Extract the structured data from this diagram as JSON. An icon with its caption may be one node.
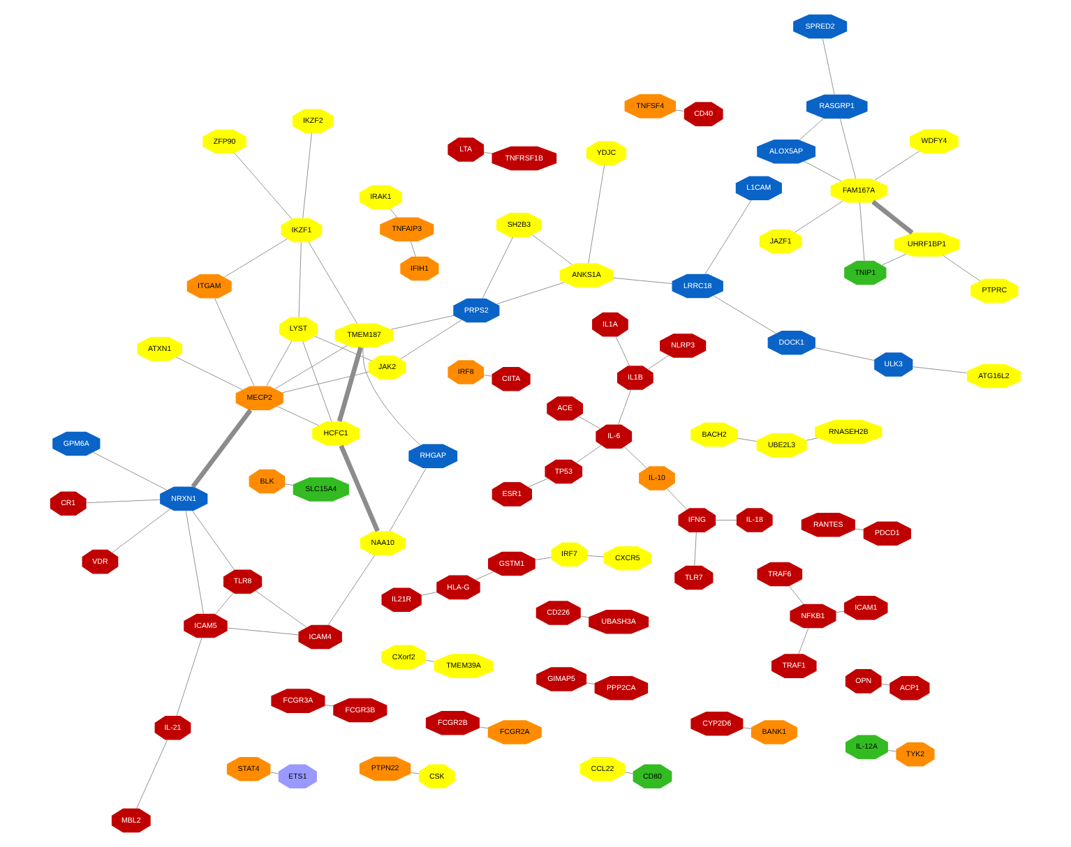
{
  "diagram": {
    "nodes": [
      {
        "text": [
          "GPM6A"
        ]
      },
      {
        "text": [
          "RHGAP"
        ]
      },
      {
        "text": [
          "NAA10"
        ]
      },
      {
        "text": [
          "NRXN1"
        ]
      },
      {
        "text": [
          "HCFC1"
        ]
      },
      {
        "text": [
          "ICAM5"
        ]
      },
      {
        "text": [
          "ICAM4"
        ]
      },
      {
        "text": [
          "MECP2"
        ]
      },
      {
        "text": [
          "TMEM187"
        ]
      },
      {
        "text": [
          "LYST"
        ]
      },
      {
        "text": [
          "TLR8"
        ]
      },
      {
        "text": [
          "IL-21"
        ]
      },
      {
        "text": [
          "VDR"
        ]
      },
      {
        "text": [
          "IL1B"
        ]
      },
      {
        "text": [
          "CR1"
        ]
      },
      {
        "text": [
          "NLRP3"
        ]
      },
      {
        "text": [
          "ESR1"
        ]
      },
      {
        "text": [
          "ATXN1"
        ]
      },
      {
        "text": [
          "IL-12A"
        ]
      },
      {
        "text": [
          "JAK2"
        ]
      },
      {
        "text": [
          "MBL2"
        ]
      },
      {
        "text": [
          "OPN"
        ]
      },
      {
        "text": [
          "ACP1"
        ]
      },
      {
        "text": [
          "CCL22"
        ]
      },
      {
        "text": [
          "ITGAM"
        ]
      },
      {
        "text": [
          "IKZF1"
        ]
      },
      {
        "text": [
          "ZFP90"
        ]
      },
      {
        "text": [
          "PRPS2"
        ]
      },
      {
        "text": [
          "CD226"
        ]
      },
      {
        "text": [
          "ACE"
        ]
      },
      {
        "text": [
          "UBASH3A"
        ]
      },
      {
        "text": [
          "IL1A"
        ]
      },
      {
        "text": [
          "IL-6"
        ]
      },
      {
        "text": [
          "NFKB1"
        ]
      },
      {
        "text": [
          "CD80"
        ]
      },
      {
        "text": [
          "TYK2"
        ]
      },
      {
        "text": [
          "CXorf2"
        ]
      },
      {
        "text": [
          "SH2B3"
        ]
      },
      {
        "text": [
          "GIMAP5"
        ]
      },
      {
        "text": [
          "TP53"
        ]
      },
      {
        "text": [
          "IL-18"
        ]
      },
      {
        "text": [
          "TLR7"
        ]
      },
      {
        "text": [
          "IFNG"
        ]
      },
      {
        "text": [
          "TNFSF4"
        ]
      },
      {
        "text": [
          "IRAK1"
        ]
      },
      {
        "text": [
          "TMEM39A"
        ]
      },
      {
        "text": [
          "ICAM1"
        ]
      },
      {
        "text": [
          "PPP2CA"
        ]
      },
      {
        "text": [
          "TRAF1"
        ]
      },
      {
        "text": [
          "IL-10"
        ]
      },
      {
        "text": [
          "TNFAIP3"
        ]
      },
      {
        "text": [
          "IKZF2"
        ]
      },
      {
        "text": [
          "YDJC"
        ]
      },
      {
        "text": [
          "ANKS1A"
        ]
      },
      {
        "text": [
          "ATG16L2"
        ]
      },
      {
        "text": [
          "TRAF6"
        ]
      },
      {
        "text": [
          "RANTES"
        ]
      },
      {
        "text": [
          "PDCD1"
        ]
      },
      {
        "text": [
          "FCGR3A"
        ]
      },
      {
        "text": [
          "STAT4"
        ]
      },
      {
        "text": [
          "IFIH1"
        ]
      },
      {
        "text": [
          "BACH2"
        ]
      },
      {
        "text": [
          "FCGR3B"
        ]
      },
      {
        "text": [
          "CD40"
        ]
      },
      {
        "text": [
          "CYP2D6"
        ]
      },
      {
        "text": [
          "ETS1"
        ]
      },
      {
        "text": [
          "RNASEH2B"
        ]
      },
      {
        "text": [
          "UBE2L3"
        ]
      },
      {
        "text": [
          "BANK1"
        ]
      },
      {
        "text": [
          "LTA"
        ]
      },
      {
        "text": [
          "TNFRSF1B"
        ]
      },
      {
        "text": [
          "FCGR2B"
        ]
      },
      {
        "text": [
          "BLK"
        ]
      },
      {
        "text": [
          "SLC15A4"
        ]
      },
      {
        "text": [
          "L1CAM"
        ]
      },
      {
        "text": [
          "LRRC18"
        ]
      },
      {
        "text": [
          "DOCK1"
        ]
      },
      {
        "text": [
          "ULK3"
        ]
      },
      {
        "text": [
          "IRF8"
        ]
      },
      {
        "text": [
          "PTPN22"
        ]
      },
      {
        "text": [
          "CIITA"
        ]
      },
      {
        "text": [
          "JAZF1"
        ]
      },
      {
        "text": [
          "FCGR2A"
        ]
      },
      {
        "text": [
          "CSK"
        ]
      },
      {
        "text": [
          "WDFY4"
        ]
      },
      {
        "text": [
          "ALOX5AP"
        ]
      },
      {
        "text": [
          "RASGRP1"
        ]
      },
      {
        "text": [
          "SPRED2"
        ]
      },
      {
        "text": [
          "PTPRC"
        ]
      },
      {
        "text": [
          "IL21R"
        ]
      },
      {
        "text": [
          "TNIP1"
        ]
      },
      {
        "text": [
          "CXCR5"
        ]
      },
      {
        "text": [
          "HLA-G"
        ]
      },
      {
        "text": [
          "GSTM1"
        ]
      },
      {
        "text": [
          "IRF7"
        ]
      },
      {
        "text": [
          "UHRF1BP1"
        ]
      },
      {
        "text": [
          "FAM167A"
        ]
      }
    ],
    "edges": [
      {
        "from": 0,
        "to": 3,
        "arrow": "none"
      },
      {
        "from": 3,
        "to": 7,
        "arrow": "none",
        "style": "thick"
      },
      {
        "from": 3,
        "to": 5,
        "arrow": "none"
      },
      {
        "from": 3,
        "to": 10,
        "arrow": "none"
      },
      {
        "from": 3,
        "to": 12,
        "arrow": "none"
      },
      {
        "from": 3,
        "to": 14,
        "arrow": "none"
      },
      {
        "from": 2,
        "to": 1,
        "arrow": "none"
      },
      {
        "from": 2,
        "to": 4,
        "arrow": "none",
        "style": "thick"
      },
      {
        "from": 2,
        "to": 6,
        "arrow": "none"
      },
      {
        "from": 1,
        "to": 8,
        "arrow": "none"
      },
      {
        "from": 4,
        "to": 8,
        "arrow": "none",
        "style": "thick"
      },
      {
        "from": 7,
        "to": 8,
        "arrow": "none"
      },
      {
        "from": 4,
        "to": 7,
        "arrow": "none"
      },
      {
        "from": 4,
        "to": 9,
        "arrow": "none"
      },
      {
        "from": 8,
        "to": 25,
        "arrow": "none"
      },
      {
        "from": 8,
        "to": 27,
        "arrow": "none"
      },
      {
        "from": 19,
        "to": 27,
        "arrow": "none"
      },
      {
        "from": 5,
        "to": 6,
        "arrow": "none"
      },
      {
        "from": 5,
        "to": 11,
        "arrow": "none"
      },
      {
        "from": 5,
        "to": 10,
        "arrow": "none"
      },
      {
        "from": 6,
        "to": 10,
        "arrow": "none"
      },
      {
        "from": 7,
        "to": 9,
        "arrow": "none"
      },
      {
        "from": 7,
        "to": 17,
        "arrow": "none"
      },
      {
        "from": 7,
        "to": 19,
        "arrow": "none"
      },
      {
        "from": 7,
        "to": 24,
        "arrow": "none"
      },
      {
        "from": 9,
        "to": 19,
        "arrow": "none"
      },
      {
        "from": 9,
        "to": 25,
        "arrow": "none"
      },
      {
        "from": 54,
        "to": 77,
        "arrow": "none"
      },
      {
        "from": 86,
        "to": 87,
        "arrow": "none"
      },
      {
        "from": 95,
        "to": 96,
        "arrow": "none",
        "style": "thick"
      },
      {
        "from": 96,
        "to": 85,
        "arrow": "none"
      },
      {
        "from": 96,
        "to": 86,
        "arrow": "none"
      },
      {
        "from": 77,
        "to": 76,
        "arrow": "none"
      },
      {
        "from": 76,
        "to": 75,
        "arrow": "none"
      },
      {
        "from": 75,
        "to": 53,
        "arrow": "none"
      },
      {
        "from": 52,
        "to": 53,
        "arrow": "none"
      },
      {
        "from": 86,
        "to": 85,
        "arrow": "none"
      },
      {
        "from": 74,
        "to": 75,
        "arrow": "none"
      },
      {
        "from": 95,
        "to": 90,
        "arrow": "none"
      },
      {
        "from": 96,
        "to": 90,
        "arrow": "none"
      },
      {
        "from": 96,
        "to": 84,
        "arrow": "none"
      },
      {
        "from": 53,
        "to": 37,
        "arrow": "none"
      },
      {
        "from": 53,
        "to": 27,
        "arrow": "none"
      },
      {
        "from": 37,
        "to": 27,
        "arrow": "none"
      },
      {
        "from": 13,
        "to": 32,
        "arrow": "none"
      },
      {
        "from": 32,
        "to": 49,
        "arrow": "none"
      },
      {
        "from": 32,
        "to": 39,
        "arrow": "none"
      },
      {
        "from": 42,
        "to": 49,
        "arrow": "none"
      },
      {
        "from": 33,
        "to": 55,
        "arrow": "none"
      },
      {
        "from": 46,
        "to": 33,
        "arrow": "none"
      },
      {
        "from": 59,
        "to": 65,
        "arrow": "none"
      },
      {
        "from": 79,
        "to": 83,
        "arrow": "none"
      },
      {
        "from": 62,
        "to": 58,
        "arrow": "none"
      },
      {
        "from": 71,
        "to": 82,
        "arrow": "none"
      },
      {
        "from": 89,
        "to": 92,
        "arrow": "none"
      },
      {
        "from": 92,
        "to": 93,
        "arrow": "none"
      },
      {
        "from": 93,
        "to": 94,
        "arrow": "none"
      },
      {
        "from": 91,
        "to": 94,
        "arrow": "none"
      },
      {
        "from": 88,
        "to": 95,
        "arrow": "none"
      },
      {
        "from": 50,
        "to": 60,
        "arrow": "none"
      },
      {
        "from": 44,
        "to": 50,
        "arrow": "none"
      },
      {
        "from": 61,
        "to": 67,
        "arrow": "none"
      },
      {
        "from": 73,
        "to": 72,
        "arrow": "none"
      },
      {
        "from": 81,
        "to": 96,
        "arrow": "none"
      },
      {
        "from": 20,
        "to": 11,
        "arrow": "none"
      },
      {
        "from": 31,
        "to": 13,
        "arrow": "none"
      },
      {
        "from": 40,
        "to": 42,
        "arrow": "none"
      },
      {
        "from": 41,
        "to": 42,
        "arrow": "none"
      },
      {
        "from": 18,
        "to": 35,
        "arrow": "none"
      },
      {
        "from": 34,
        "to": 23,
        "arrow": "none"
      },
      {
        "from": 43,
        "to": 63,
        "arrow": "none"
      },
      {
        "from": 80,
        "to": 78,
        "arrow": "none"
      },
      {
        "from": 70,
        "to": 69,
        "arrow": "none"
      },
      {
        "from": 15,
        "to": 13,
        "arrow": "none"
      },
      {
        "from": 16,
        "to": 39,
        "arrow": "none"
      },
      {
        "from": 57,
        "to": 56,
        "arrow": "none"
      },
      {
        "from": 64,
        "to": 68,
        "arrow": "none"
      },
      {
        "from": 28,
        "to": 30,
        "arrow": "none"
      },
      {
        "from": 38,
        "to": 47,
        "arrow": "none"
      },
      {
        "from": 48,
        "to": 33,
        "arrow": "none"
      },
      {
        "from": 21,
        "to": 22,
        "arrow": "none"
      },
      {
        "from": 29,
        "to": 32,
        "arrow": "none"
      },
      {
        "from": 24,
        "to": 25,
        "arrow": "none"
      },
      {
        "from": 26,
        "to": 25,
        "arrow": "none"
      },
      {
        "from": 36,
        "to": 45,
        "arrow": "none"
      },
      {
        "from": 51,
        "to": 25,
        "arrow": "none"
      },
      {
        "from": 66,
        "to": 67,
        "arrow": "none"
      }
    ]
  }
}
